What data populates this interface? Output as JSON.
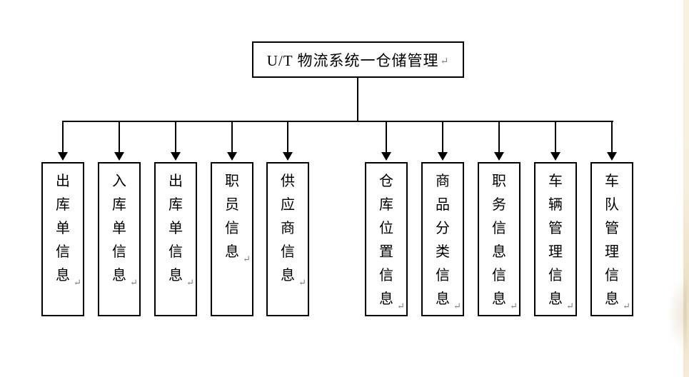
{
  "diagram": {
    "title": "U/T 物流系统一仓储管理",
    "return_mark": "↵",
    "root": {
      "label": "U/T 物流系统一仓储管理"
    },
    "children": [
      {
        "label": "出库单信息"
      },
      {
        "label": "入库单信息"
      },
      {
        "label": "出库单信息"
      },
      {
        "label": "职员信息"
      },
      {
        "label": "供应商信息"
      },
      {
        "label": "仓库位置信息"
      },
      {
        "label": "商品分类信息"
      },
      {
        "label": "职务信息信息"
      },
      {
        "label": "车辆管理信息"
      },
      {
        "label": "车队管理信息"
      }
    ],
    "colors": {
      "line": "#000000",
      "background": "#ffffff",
      "page_edge": "#f6efdd",
      "return_mark": "#808080",
      "text": "#000000"
    }
  }
}
